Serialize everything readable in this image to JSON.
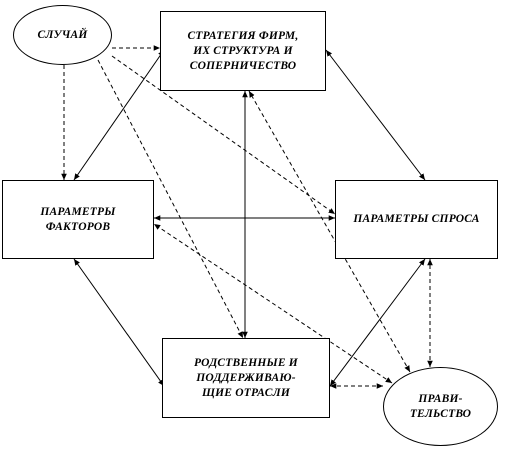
{
  "diagram": {
    "nodes": {
      "chance": "СЛУЧАЙ",
      "strategy": "СТРАТЕГИЯ ФИРМ,\nИХ СТРУКТУРА И\nСОПЕРНИЧЕСТВО",
      "factors": "ПАРАМЕТРЫ\nФАКТОРОВ",
      "demand": "ПАРАМЕТРЫ СПРОСА",
      "related": "РОДСТВЕННЫЕ И\nПОДДЕРЖИВАЮ-\nЩИЕ ОТРАСЛИ",
      "government": "ПРАВИ-\nТЕЛЬСТВО"
    },
    "edges": [
      {
        "from": "strategy",
        "to": "factors",
        "style": "solid",
        "direction": "both"
      },
      {
        "from": "strategy",
        "to": "demand",
        "style": "solid",
        "direction": "both"
      },
      {
        "from": "strategy",
        "to": "related",
        "style": "solid",
        "direction": "both"
      },
      {
        "from": "factors",
        "to": "demand",
        "style": "solid",
        "direction": "both"
      },
      {
        "from": "factors",
        "to": "related",
        "style": "solid",
        "direction": "both"
      },
      {
        "from": "demand",
        "to": "related",
        "style": "solid",
        "direction": "both"
      },
      {
        "from": "chance",
        "to": "strategy",
        "style": "dashed",
        "direction": "forward"
      },
      {
        "from": "chance",
        "to": "factors",
        "style": "dashed",
        "direction": "forward"
      },
      {
        "from": "chance",
        "to": "demand",
        "style": "dashed",
        "direction": "forward"
      },
      {
        "from": "chance",
        "to": "related",
        "style": "dashed",
        "direction": "forward"
      },
      {
        "from": "government",
        "to": "strategy",
        "style": "dashed",
        "direction": "both"
      },
      {
        "from": "government",
        "to": "factors",
        "style": "dashed",
        "direction": "both"
      },
      {
        "from": "government",
        "to": "demand",
        "style": "dashed",
        "direction": "both"
      },
      {
        "from": "government",
        "to": "related",
        "style": "dashed",
        "direction": "both"
      }
    ]
  }
}
